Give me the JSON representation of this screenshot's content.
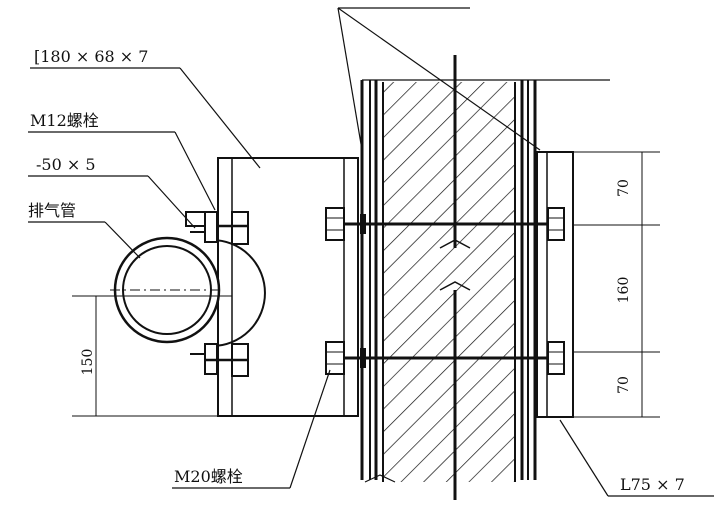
{
  "labels": {
    "channel": "[180 × 68 × 7",
    "m12_bolt": "M12螺栓",
    "flat_bar": "-50 × 5",
    "exhaust_pipe": "排气管",
    "m20_bolt": "M20螺栓",
    "angle": "L75 × 7"
  },
  "dimensions": {
    "left_height": "150",
    "right_top": "70",
    "right_middle": "160",
    "right_bottom": "70"
  }
}
